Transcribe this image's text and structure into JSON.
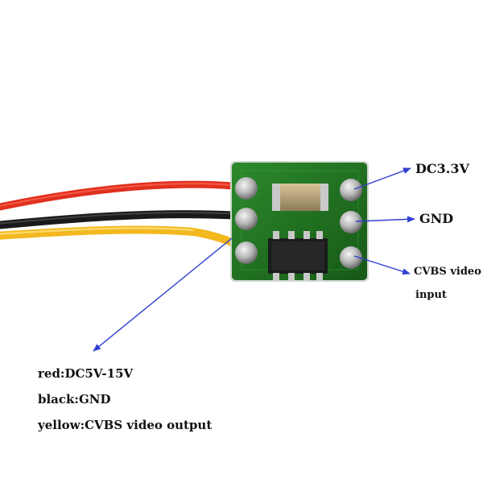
{
  "labels": {
    "dc33": "DC3.3V",
    "gnd": "GND",
    "cvbs_input_line1": "CVBS video",
    "cvbs_input_line2": "input",
    "red": "red:DC5V-15V",
    "black": "black:GND",
    "yellow": "yellow:CVBS video output"
  },
  "colors": {
    "background": "#ffffff",
    "pcb": "#1f6f1f",
    "wire_red": "#e03020",
    "wire_black": "#1a1a1a",
    "wire_yellow": "#f2b81e",
    "arrow": "#2f3fd0"
  }
}
